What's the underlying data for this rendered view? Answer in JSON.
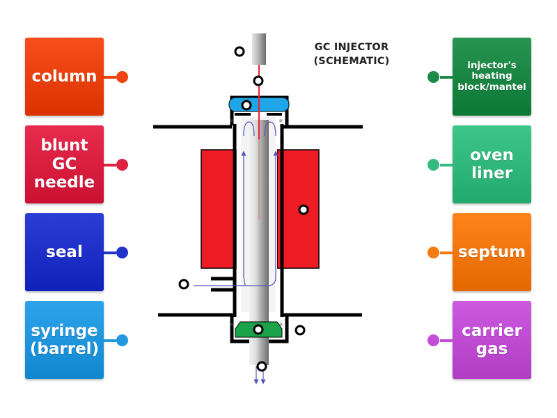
{
  "title": {
    "line1": "GC INJECTOR",
    "line2": "(SCHEMATIC)"
  },
  "left_labels": [
    {
      "lines": [
        "column"
      ],
      "color": "#ee4411"
    },
    {
      "lines": [
        "blunt",
        "GC",
        "needle"
      ],
      "color": "#dd2244"
    },
    {
      "lines": [
        "seal"
      ],
      "color": "#2233cc"
    },
    {
      "lines": [
        "syringe",
        "(barrel)"
      ],
      "color": "#2299e0"
    }
  ],
  "right_labels": [
    {
      "lines": [
        "injector's",
        "heating",
        "block/mantel"
      ],
      "color": "#1e8a48"
    },
    {
      "lines": [
        "oven",
        "liner"
      ],
      "color": "#33bb80"
    },
    {
      "lines": [
        "septum"
      ],
      "color": "#f57a10"
    },
    {
      "lines": [
        "carrier",
        "gas"
      ],
      "color": "#c24fd6"
    }
  ],
  "colors": {
    "heating_block": "#ee1c24",
    "septum": "#1fa6e8",
    "seal": "#1aa34a",
    "needle": "#ee2233",
    "flow_arrows": "#5555bb",
    "wall": "#000000"
  }
}
